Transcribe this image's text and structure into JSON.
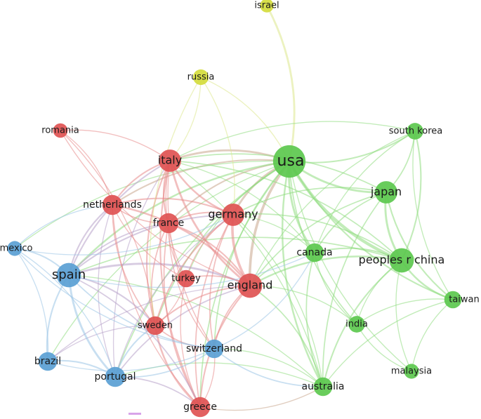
{
  "colors": {
    "red": "#e05252",
    "green": "#5cc84e",
    "blue": "#5a9fd4",
    "yellow": "#d4dc3c",
    "edge_red": "#e88a8a",
    "edge_green": "#8fdc7f",
    "edge_blue": "#9ac4e6",
    "edge_yellow": "#dde88c",
    "edge_mixed": "#c9a58c",
    "edge_purple": "#b7a0c8"
  },
  "nodes": [
    {
      "id": "usa",
      "label": "usa",
      "cluster": "green",
      "weight": 10
    },
    {
      "id": "israel",
      "label": "israel",
      "cluster": "yellow",
      "weight": 1
    },
    {
      "id": "russia",
      "label": "russia",
      "cluster": "yellow",
      "weight": 1.5
    },
    {
      "id": "romania",
      "label": "romania",
      "cluster": "red",
      "weight": 1.2
    },
    {
      "id": "south_korea",
      "label": "south korea",
      "cluster": "green",
      "weight": 1.8
    },
    {
      "id": "italy",
      "label": "italy",
      "cluster": "red",
      "weight": 4
    },
    {
      "id": "japan",
      "label": "japan",
      "cluster": "green",
      "weight": 4
    },
    {
      "id": "netherlands",
      "label": "netherlands",
      "cluster": "red",
      "weight": 3
    },
    {
      "id": "germany",
      "label": "germany",
      "cluster": "red",
      "weight": 4
    },
    {
      "id": "france",
      "label": "france",
      "cluster": "red",
      "weight": 3
    },
    {
      "id": "mexico",
      "label": "mexico",
      "cluster": "blue",
      "weight": 1.3
    },
    {
      "id": "canada",
      "label": "canada",
      "cluster": "green",
      "weight": 2.5
    },
    {
      "id": "peoples_r_china",
      "label": "peoples r china",
      "cluster": "green",
      "weight": 5
    },
    {
      "id": "spain",
      "label": "spain",
      "cluster": "blue",
      "weight": 5
    },
    {
      "id": "turkey",
      "label": "turkey",
      "cluster": "red",
      "weight": 2
    },
    {
      "id": "england",
      "label": "england",
      "cluster": "red",
      "weight": 5
    },
    {
      "id": "taiwan",
      "label": "taiwan",
      "cluster": "green",
      "weight": 2
    },
    {
      "id": "india",
      "label": "india",
      "cluster": "green",
      "weight": 1.8
    },
    {
      "id": "sweden",
      "label": "sweden",
      "cluster": "red",
      "weight": 2.5
    },
    {
      "id": "switzerland",
      "label": "switzerland",
      "cluster": "blue",
      "weight": 2.5
    },
    {
      "id": "brazil",
      "label": "brazil",
      "cluster": "blue",
      "weight": 2.5
    },
    {
      "id": "malaysia",
      "label": "malaysia",
      "cluster": "green",
      "weight": 1.3
    },
    {
      "id": "portugal",
      "label": "portugal",
      "cluster": "blue",
      "weight": 3
    },
    {
      "id": "australia",
      "label": "australia",
      "cluster": "green",
      "weight": 2.5
    },
    {
      "id": "greece",
      "label": "greece",
      "cluster": "red",
      "weight": 3
    }
  ],
  "edges": [
    {
      "source": "usa",
      "target": "israel",
      "weight": 3,
      "color": "edge_yellow"
    },
    {
      "source": "usa",
      "target": "russia",
      "weight": 1,
      "color": "edge_yellow"
    },
    {
      "source": "usa",
      "target": "japan",
      "weight": 3,
      "color": "edge_green"
    },
    {
      "source": "usa",
      "target": "peoples_r_china",
      "weight": 5,
      "color": "edge_green"
    },
    {
      "source": "usa",
      "target": "south_korea",
      "weight": 2,
      "color": "edge_green"
    },
    {
      "source": "usa",
      "target": "taiwan",
      "weight": 2,
      "color": "edge_green"
    },
    {
      "source": "usa",
      "target": "canada",
      "weight": 3,
      "color": "edge_green"
    },
    {
      "source": "usa",
      "target": "india",
      "weight": 1.5,
      "color": "edge_green"
    },
    {
      "source": "usa",
      "target": "australia",
      "weight": 2.5,
      "color": "edge_green"
    },
    {
      "source": "usa",
      "target": "malaysia",
      "weight": 1,
      "color": "edge_green"
    },
    {
      "source": "usa",
      "target": "italy",
      "weight": 3,
      "color": "edge_mixed"
    },
    {
      "source": "usa",
      "target": "germany",
      "weight": 3,
      "color": "edge_mixed"
    },
    {
      "source": "usa",
      "target": "england",
      "weight": 4,
      "color": "edge_mixed"
    },
    {
      "source": "usa",
      "target": "netherlands",
      "weight": 2,
      "color": "edge_mixed"
    },
    {
      "source": "usa",
      "target": "france",
      "weight": 2,
      "color": "edge_mixed"
    },
    {
      "source": "usa",
      "target": "spain",
      "weight": 2.5,
      "color": "edge_green"
    },
    {
      "source": "usa",
      "target": "sweden",
      "weight": 1.5,
      "color": "edge_green"
    },
    {
      "source": "usa",
      "target": "switzerland",
      "weight": 1.5,
      "color": "edge_green"
    },
    {
      "source": "usa",
      "target": "turkey",
      "weight": 1,
      "color": "edge_green"
    },
    {
      "source": "usa",
      "target": "greece",
      "weight": 1.5,
      "color": "edge_green"
    },
    {
      "source": "usa",
      "target": "portugal",
      "weight": 1.5,
      "color": "edge_green"
    },
    {
      "source": "usa",
      "target": "brazil",
      "weight": 1,
      "color": "edge_green"
    },
    {
      "source": "usa",
      "target": "mexico",
      "weight": 1,
      "color": "edge_green"
    },
    {
      "source": "japan",
      "target": "peoples_r_china",
      "weight": 3,
      "color": "edge_green"
    },
    {
      "source": "japan",
      "target": "south_korea",
      "weight": 1.5,
      "color": "edge_green"
    },
    {
      "source": "japan",
      "target": "taiwan",
      "weight": 2,
      "color": "edge_green"
    },
    {
      "source": "japan",
      "target": "canada",
      "weight": 1.5,
      "color": "edge_green"
    },
    {
      "source": "japan",
      "target": "australia",
      "weight": 1.5,
      "color": "edge_green"
    },
    {
      "source": "japan",
      "target": "england",
      "weight": 1.5,
      "color": "edge_green"
    },
    {
      "source": "japan",
      "target": "germany",
      "weight": 1.5,
      "color": "edge_green"
    },
    {
      "source": "japan",
      "target": "italy",
      "weight": 1.5,
      "color": "edge_green"
    },
    {
      "source": "peoples_r_china",
      "target": "taiwan",
      "weight": 2.5,
      "color": "edge_green"
    },
    {
      "source": "peoples_r_china",
      "target": "south_korea",
      "weight": 2,
      "color": "edge_green"
    },
    {
      "source": "peoples_r_china",
      "target": "canada",
      "weight": 2,
      "color": "edge_green"
    },
    {
      "source": "peoples_r_china",
      "target": "australia",
      "weight": 2,
      "color": "edge_green"
    },
    {
      "source": "peoples_r_china",
      "target": "england",
      "weight": 2.5,
      "color": "edge_green"
    },
    {
      "source": "peoples_r_china",
      "target": "india",
      "weight": 1,
      "color": "edge_green"
    },
    {
      "source": "peoples_r_china",
      "target": "malaysia",
      "weight": 1,
      "color": "edge_green"
    },
    {
      "source": "peoples_r_china",
      "target": "germany",
      "weight": 1.5,
      "color": "edge_green"
    },
    {
      "source": "peoples_r_china",
      "target": "italy",
      "weight": 1.5,
      "color": "edge_green"
    },
    {
      "source": "peoples_r_china",
      "target": "spain",
      "weight": 1.5,
      "color": "edge_green"
    },
    {
      "source": "south_korea",
      "target": "taiwan",
      "weight": 1,
      "color": "edge_green"
    },
    {
      "source": "south_korea",
      "target": "canada",
      "weight": 1,
      "color": "edge_green"
    },
    {
      "source": "south_korea",
      "target": "england",
      "weight": 1,
      "color": "edge_green"
    },
    {
      "source": "south_korea",
      "target": "italy",
      "weight": 1,
      "color": "edge_green"
    },
    {
      "source": "taiwan",
      "target": "malaysia",
      "weight": 1,
      "color": "edge_green"
    },
    {
      "source": "taiwan",
      "target": "australia",
      "weight": 1,
      "color": "edge_green"
    },
    {
      "source": "taiwan",
      "target": "india",
      "weight": 1,
      "color": "edge_green"
    },
    {
      "source": "canada",
      "target": "australia",
      "weight": 1.5,
      "color": "edge_green"
    },
    {
      "source": "canada",
      "target": "england",
      "weight": 1.5,
      "color": "edge_green"
    },
    {
      "source": "canada",
      "target": "india",
      "weight": 1,
      "color": "edge_green"
    },
    {
      "source": "canada",
      "target": "italy",
      "weight": 1,
      "color": "edge_green"
    },
    {
      "source": "canada",
      "target": "germany",
      "weight": 1,
      "color": "edge_green"
    },
    {
      "source": "australia",
      "target": "england",
      "weight": 1.5,
      "color": "edge_green"
    },
    {
      "source": "australia",
      "target": "spain",
      "weight": 1,
      "color": "edge_green"
    },
    {
      "source": "australia",
      "target": "germany",
      "weight": 1,
      "color": "edge_green"
    },
    {
      "source": "australia",
      "target": "italy",
      "weight": 1,
      "color": "edge_green"
    },
    {
      "source": "australia",
      "target": "portugal",
      "weight": 1,
      "color": "edge_green"
    },
    {
      "source": "australia",
      "target": "switzerland",
      "weight": 1,
      "color": "edge_green"
    },
    {
      "source": "india",
      "target": "england",
      "weight": 1,
      "color": "edge_green"
    },
    {
      "source": "india",
      "target": "malaysia",
      "weight": 1,
      "color": "edge_green"
    },
    {
      "source": "italy",
      "target": "germany",
      "weight": 2.5,
      "color": "edge_red"
    },
    {
      "source": "italy",
      "target": "england",
      "weight": 3,
      "color": "edge_red"
    },
    {
      "source": "italy",
      "target": "netherlands",
      "weight": 2,
      "color": "edge_red"
    },
    {
      "source": "italy",
      "target": "france",
      "weight": 2,
      "color": "edge_red"
    },
    {
      "source": "italy",
      "target": "spain",
      "weight": 2,
      "color": "edge_purple"
    },
    {
      "source": "italy",
      "target": "sweden",
      "weight": 2,
      "color": "edge_red"
    },
    {
      "source": "italy",
      "target": "greece",
      "weight": 2,
      "color": "edge_red"
    },
    {
      "source": "italy",
      "target": "turkey",
      "weight": 1,
      "color": "edge_red"
    },
    {
      "source": "italy",
      "target": "russia",
      "weight": 1,
      "color": "edge_yellow"
    },
    {
      "source": "italy",
      "target": "romania",
      "weight": 1,
      "color": "edge_red"
    },
    {
      "source": "italy",
      "target": "switzerland",
      "weight": 1,
      "color": "edge_red"
    },
    {
      "source": "italy",
      "target": "portugal",
      "weight": 1,
      "color": "edge_purple"
    },
    {
      "source": "germany",
      "target": "england",
      "weight": 4,
      "color": "edge_red"
    },
    {
      "source": "germany",
      "target": "netherlands",
      "weight": 2,
      "color": "edge_red"
    },
    {
      "source": "germany",
      "target": "france",
      "weight": 2,
      "color": "edge_red"
    },
    {
      "source": "germany",
      "target": "sweden",
      "weight": 2,
      "color": "edge_red"
    },
    {
      "source": "germany",
      "target": "spain",
      "weight": 2,
      "color": "edge_purple"
    },
    {
      "source": "germany",
      "target": "switzerland",
      "weight": 1.5,
      "color": "edge_red"
    },
    {
      "source": "germany",
      "target": "greece",
      "weight": 1.5,
      "color": "edge_red"
    },
    {
      "source": "germany",
      "target": "turkey",
      "weight": 1,
      "color": "edge_red"
    },
    {
      "source": "germany",
      "target": "russia",
      "weight": 1,
      "color": "edge_yellow"
    },
    {
      "source": "germany",
      "target": "portugal",
      "weight": 1,
      "color": "edge_purple"
    },
    {
      "source": "england",
      "target": "netherlands",
      "weight": 2.5,
      "color": "edge_red"
    },
    {
      "source": "england",
      "target": "france",
      "weight": 2,
      "color": "edge_red"
    },
    {
      "source": "england",
      "target": "sweden",
      "weight": 2,
      "color": "edge_red"
    },
    {
      "source": "england",
      "target": "spain",
      "weight": 3,
      "color": "edge_purple"
    },
    {
      "source": "england",
      "target": "greece",
      "weight": 2,
      "color": "edge_red"
    },
    {
      "source": "england",
      "target": "turkey",
      "weight": 1.5,
      "color": "edge_red"
    },
    {
      "source": "england",
      "target": "switzerland",
      "weight": 1.5,
      "color": "edge_red"
    },
    {
      "source": "england",
      "target": "portugal",
      "weight": 1.5,
      "color": "edge_purple"
    },
    {
      "source": "england",
      "target": "brazil",
      "weight": 1,
      "color": "edge_purple"
    },
    {
      "source": "netherlands",
      "target": "france",
      "weight": 1.5,
      "color": "edge_red"
    },
    {
      "source": "netherlands",
      "target": "spain",
      "weight": 2,
      "color": "edge_purple"
    },
    {
      "source": "netherlands",
      "target": "sweden",
      "weight": 1.5,
      "color": "edge_red"
    },
    {
      "source": "netherlands",
      "target": "romania",
      "weight": 1,
      "color": "edge_red"
    },
    {
      "source": "netherlands",
      "target": "greece",
      "weight": 1,
      "color": "edge_red"
    },
    {
      "source": "netherlands",
      "target": "turkey",
      "weight": 1,
      "color": "edge_red"
    },
    {
      "source": "netherlands",
      "target": "portugal",
      "weight": 1,
      "color": "edge_purple"
    },
    {
      "source": "netherlands",
      "target": "mexico",
      "weight": 1,
      "color": "edge_blue"
    },
    {
      "source": "france",
      "target": "spain",
      "weight": 1.5,
      "color": "edge_purple"
    },
    {
      "source": "france",
      "target": "sweden",
      "weight": 1.5,
      "color": "edge_red"
    },
    {
      "source": "france",
      "target": "greece",
      "weight": 1.5,
      "color": "edge_red"
    },
    {
      "source": "france",
      "target": "turkey",
      "weight": 1,
      "color": "edge_red"
    },
    {
      "source": "france",
      "target": "switzerland",
      "weight": 1,
      "color": "edge_red"
    },
    {
      "source": "sweden",
      "target": "greece",
      "weight": 2.5,
      "color": "edge_red"
    },
    {
      "source": "sweden",
      "target": "spain",
      "weight": 2,
      "color": "edge_purple"
    },
    {
      "source": "sweden",
      "target": "portugal",
      "weight": 2,
      "color": "edge_blue"
    },
    {
      "source": "sweden",
      "target": "switzerland",
      "weight": 1.5,
      "color": "edge_red"
    },
    {
      "source": "sweden",
      "target": "turkey",
      "weight": 1,
      "color": "edge_red"
    },
    {
      "source": "sweden",
      "target": "brazil",
      "weight": 1,
      "color": "edge_purple"
    },
    {
      "source": "sweden",
      "target": "romania",
      "weight": 1,
      "color": "edge_red"
    },
    {
      "source": "turkey",
      "target": "greece",
      "weight": 1,
      "color": "edge_red"
    },
    {
      "source": "greece",
      "target": "spain",
      "weight": 1.5,
      "color": "edge_purple"
    },
    {
      "source": "greece",
      "target": "portugal",
      "weight": 1.5,
      "color": "edge_purple"
    },
    {
      "source": "greece",
      "target": "switzerland",
      "weight": 1,
      "color": "edge_red"
    },
    {
      "source": "greece",
      "target": "australia",
      "weight": 1,
      "color": "edge_mixed"
    },
    {
      "source": "romania",
      "target": "england",
      "weight": 1,
      "color": "edge_red"
    },
    {
      "source": "russia",
      "target": "sweden",
      "weight": 1,
      "color": "edge_yellow"
    },
    {
      "source": "spain",
      "target": "portugal",
      "weight": 3,
      "color": "edge_blue"
    },
    {
      "source": "spain",
      "target": "brazil",
      "weight": 2,
      "color": "edge_blue"
    },
    {
      "source": "spain",
      "target": "mexico",
      "weight": 2,
      "color": "edge_blue"
    },
    {
      "source": "spain",
      "target": "switzerland",
      "weight": 1.5,
      "color": "edge_blue"
    },
    {
      "source": "spain",
      "target": "canada",
      "weight": 1,
      "color": "edge_blue"
    },
    {
      "source": "portugal",
      "target": "brazil",
      "weight": 2,
      "color": "edge_blue"
    },
    {
      "source": "portugal",
      "target": "switzerland",
      "weight": 1.5,
      "color": "edge_blue"
    },
    {
      "source": "portugal",
      "target": "mexico",
      "weight": 1,
      "color": "edge_blue"
    },
    {
      "source": "brazil",
      "target": "mexico",
      "weight": 1,
      "color": "edge_blue"
    },
    {
      "source": "brazil",
      "target": "switzerland",
      "weight": 1,
      "color": "edge_blue"
    },
    {
      "source": "mexico",
      "target": "switzerland",
      "weight": 1,
      "color": "edge_blue"
    },
    {
      "source": "mexico",
      "target": "germany",
      "weight": 1,
      "color": "edge_blue"
    },
    {
      "source": "switzerland",
      "target": "australia",
      "weight": 1.5,
      "color": "edge_blue"
    },
    {
      "source": "switzerland",
      "target": "canada",
      "weight": 1,
      "color": "edge_blue"
    }
  ]
}
